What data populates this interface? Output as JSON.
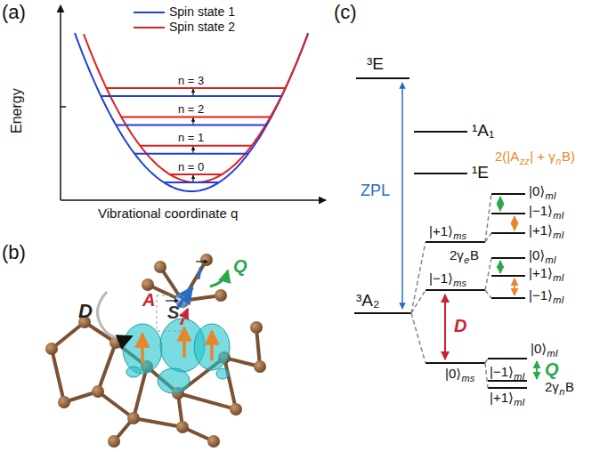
{
  "diagram": {
    "labels": [
      "(a)",
      "Energy",
      "Vibrational coordinate q",
      "n = 3",
      "n = 2",
      "n = 1",
      "n = 0",
      "(b)",
      "D",
      "A",
      "I",
      "Q",
      "S",
      "(c)",
      "³E",
      "ZPL",
      "¹A₁",
      "¹E",
      "³A₂",
      "2(|A",
      "zz",
      "| + γ",
      "n",
      "B)",
      "|+1⟩",
      "ms",
      "2γ",
      "e",
      "B",
      "|−1⟩",
      "ms",
      "D",
      "|0⟩",
      "ms",
      "|0⟩",
      "mI",
      "|−1⟩",
      "mI",
      "|+1⟩",
      "mI",
      "|0⟩",
      "mI",
      "|+1⟩",
      "mI",
      "|−1⟩",
      "mI",
      "Q",
      "|0⟩",
      "mI",
      "|−1⟩",
      "mI",
      "2γ",
      "n",
      "B",
      "|+1⟩",
      "mI"
    ],
    "legend": [
      {
        "text": "Spin state 1"
      },
      {
        "text": "Spin state 2"
      }
    ]
  }
}
